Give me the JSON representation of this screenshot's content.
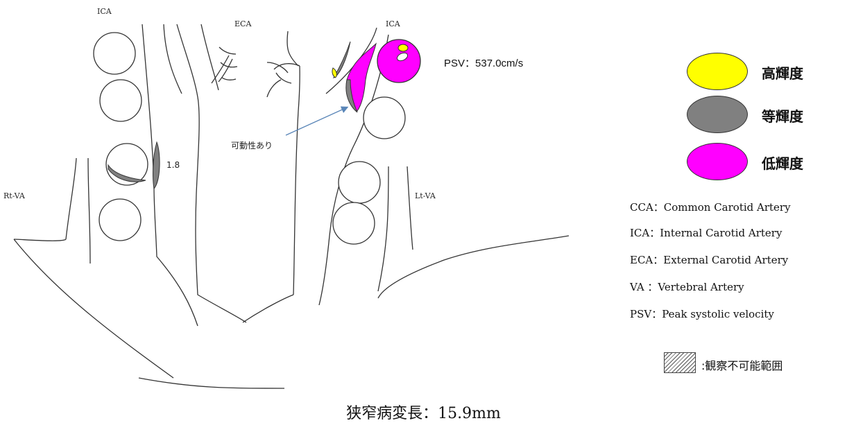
{
  "vessel_labels": {
    "ica_right": "ICA",
    "eca": "ECA",
    "ica_left": "ICA",
    "rt_va": "Rt-VA",
    "lt_va": "Lt-VA"
  },
  "annotations": {
    "plaque_thickness": "1.8",
    "mobility_note": "可動性あり",
    "psv": "PSV：537.0cm/s"
  },
  "legend": {
    "items": [
      {
        "label": "高輝度",
        "color": "#ffff00"
      },
      {
        "label": "等輝度",
        "color": "#808080"
      },
      {
        "label": "低輝度",
        "color": "#ff00ff"
      }
    ]
  },
  "abbreviations": [
    "CCA：Common Carotid Artery",
    "ICA：Internal Carotid Artery",
    "ECA：External Carotid Artery",
    "VA ：Vertebral Artery",
    "PSV：Peak systolic velocity"
  ],
  "hatch_legend": {
    "label": ":観察不可能範囲"
  },
  "caption": "狭窄病変長：15.9mm",
  "colors": {
    "high_echo": "#ffff00",
    "iso_echo": "#808080",
    "low_echo": "#ff00ff",
    "arrow": "#5a86b8",
    "line": "#333333"
  }
}
